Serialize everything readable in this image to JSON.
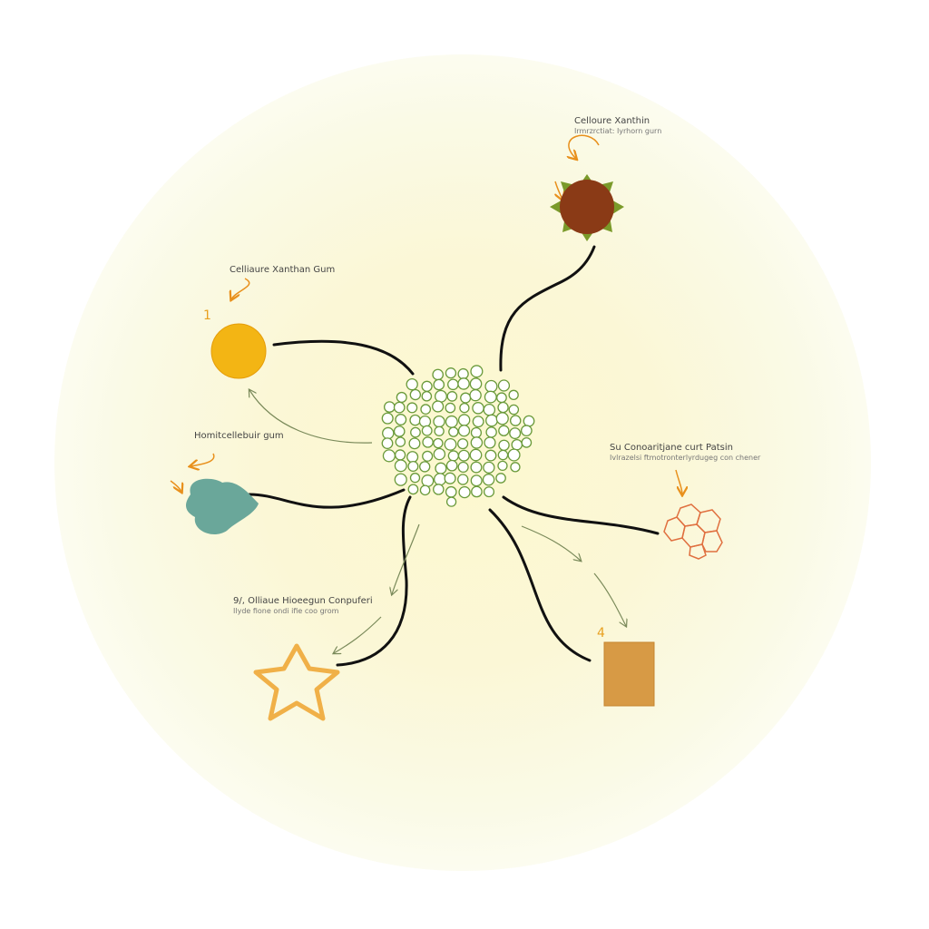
{
  "labels": {
    "top_right": {
      "title": "Celloure Xanthin",
      "subtitle": "Irmrzrctiat: Iyrhorn gurn"
    },
    "left_top": {
      "title": "Celliaure Xanthan Gum",
      "number": "1"
    },
    "left_mid": {
      "title": "Homitcellebuir gum"
    },
    "right_mid": {
      "title": "Su Conoaritjane curt Patsin",
      "subtitle": "Ivlrazelsi ftmotronterlyrdugeg con chener"
    },
    "bottom_left": {
      "title": "9/, Olliaue Hioeegun Conpuferi",
      "subtitle": "Ilyde fione ondi ifie coo grom"
    },
    "bottom_right": {
      "number": "4"
    }
  },
  "colors": {
    "connector": "#111111",
    "arrow": "#7a8a5a",
    "callout_arrow": "#e8901c",
    "network": "#6a9a3a"
  }
}
